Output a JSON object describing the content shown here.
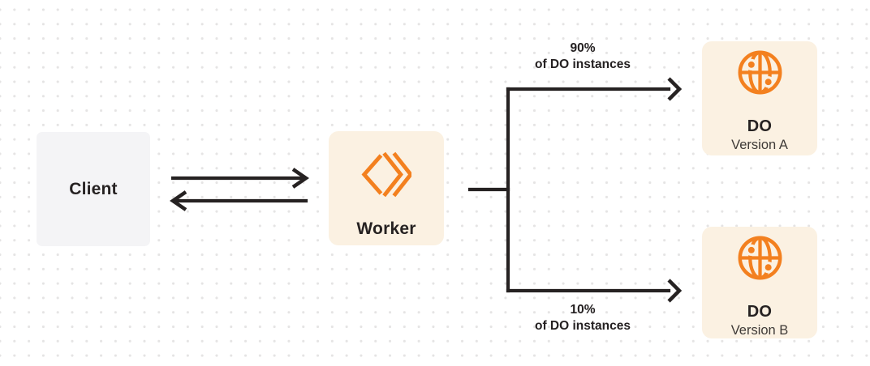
{
  "colors": {
    "orange": "#F3801F",
    "cream": "#FBF1E2",
    "client_gray": "#F4F4F6",
    "line": "#262222",
    "subtle_text": "#3E3A37",
    "dot_grid": "#E5E4E4"
  },
  "nodes": {
    "client": {
      "label": "Client"
    },
    "worker": {
      "label": "Worker",
      "icon": "workers-logo-icon"
    },
    "do_version_a": {
      "title": "DO",
      "subtitle": "Version A",
      "icon": "durable-objects-globe-icon"
    },
    "do_version_b": {
      "title": "DO",
      "subtitle": "Version B",
      "icon": "durable-objects-globe-icon"
    }
  },
  "edge_labels": {
    "to_version_a": {
      "line1": "90%",
      "line2": "of DO instances"
    },
    "to_version_b": {
      "line1": "10%",
      "line2": "of DO instances"
    }
  }
}
